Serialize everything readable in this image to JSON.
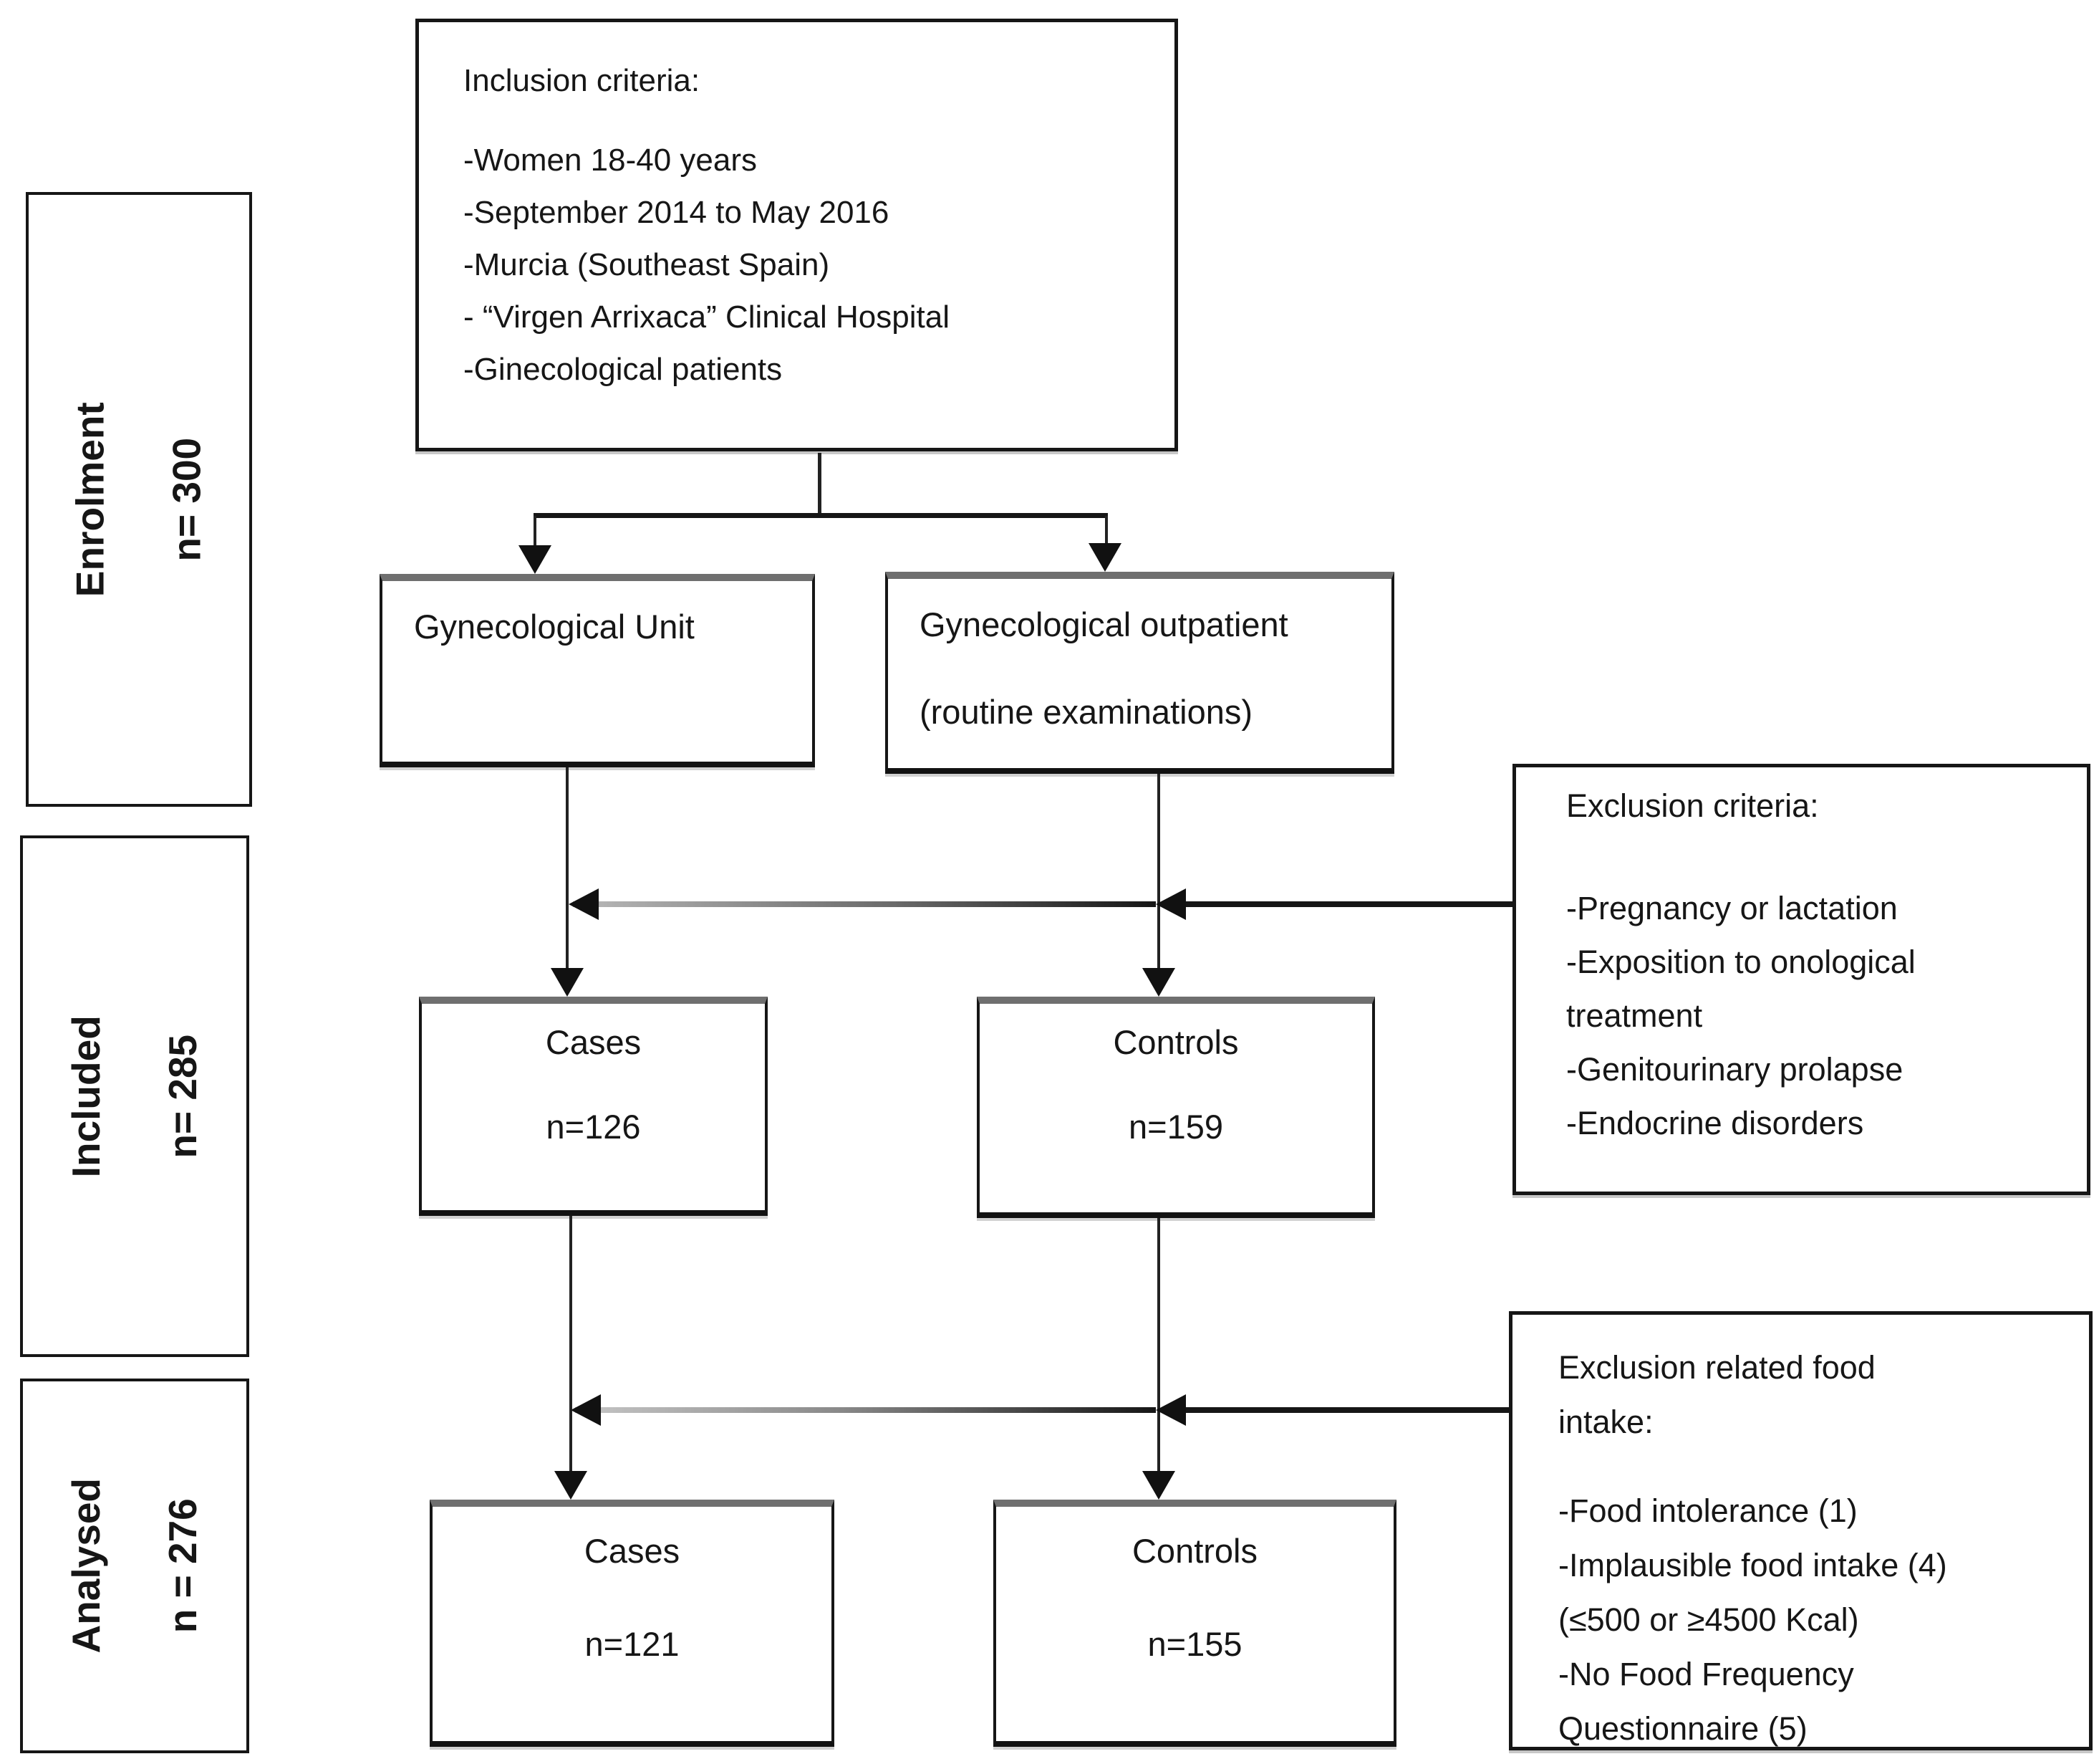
{
  "colors": {
    "ink": "#161616",
    "line": "#1a1a1a",
    "background": "#ffffff"
  },
  "stages": {
    "enrolment": {
      "label": "Enrolment",
      "n": "n= 300"
    },
    "included": {
      "label": "Included",
      "n": "n= 285"
    },
    "analysed": {
      "label": "Analysed",
      "n": "n = 276"
    }
  },
  "inclusion": {
    "title": "Inclusion criteria:",
    "items": [
      "-Women 18-40 years",
      "-September 2014 to May 2016",
      "-Murcia (Southeast Spain)",
      "- “Virgen Arrixaca” Clinical Hospital",
      "-Ginecological patients"
    ]
  },
  "gyn_unit": {
    "title": "Gynecological Unit"
  },
  "gyn_outpatient": {
    "line1": "Gynecological outpatient",
    "line2": "(routine examinations)"
  },
  "included_row": {
    "cases": {
      "label": "Cases",
      "n": "n=126"
    },
    "controls": {
      "label": "Controls",
      "n": "n=159"
    }
  },
  "analysed_row": {
    "cases": {
      "label": "Cases",
      "n": "n=121"
    },
    "controls": {
      "label": "Controls",
      "n": "n=155"
    }
  },
  "exclusion": {
    "title": "Exclusion criteria:",
    "items": [
      "-Pregnancy or lactation",
      "-Exposition to onological treatment",
      "-Genitourinary prolapse",
      "-Endocrine disorders"
    ]
  },
  "food_exclusion": {
    "title": "Exclusion related food intake:",
    "items": [
      "-Food intolerance (1)",
      "-Implausible food intake (4) (≤500 or ≥4500 Kcal)",
      "-No Food Frequency Questionnaire (5)"
    ]
  }
}
